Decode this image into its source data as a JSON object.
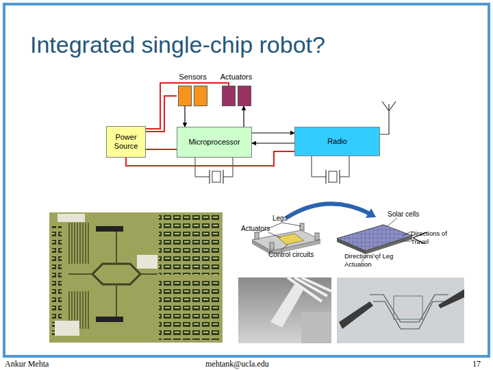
{
  "diagram": {
    "title": "Integrated single-chip robot?",
    "nodes": [
      {
        "text": [
          "Sensors"
        ]
      },
      {
        "text": [
          "Actuators"
        ]
      },
      {
        "text": [
          "Power Source"
        ]
      },
      {
        "text": [
          "Microprocessor"
        ]
      },
      {
        "text": [
          "Radio"
        ]
      }
    ],
    "edges": [
      {
        "from": 2,
        "to": 0,
        "arrow": "none"
      },
      {
        "from": 2,
        "to": 1,
        "arrow": "none"
      },
      {
        "from": 0,
        "to": 3,
        "arrow": "to"
      },
      {
        "from": 3,
        "to": 1,
        "arrow": "to"
      },
      {
        "from": 2,
        "to": 3,
        "arrow": "none"
      },
      {
        "from": 3,
        "to": 4,
        "arrow": "to"
      },
      {
        "from": 4,
        "to": 3,
        "arrow": "to"
      },
      {
        "from": 2,
        "to": 4,
        "arrow": "none"
      }
    ],
    "labels": [
      "Legs",
      "Actuators",
      "Control circuits",
      "Solar cells",
      "Directions of Travel",
      "Directions of Leg Actuation",
      "Ankur Mehta",
      "mehtank@ucla.edu",
      "17"
    ]
  }
}
